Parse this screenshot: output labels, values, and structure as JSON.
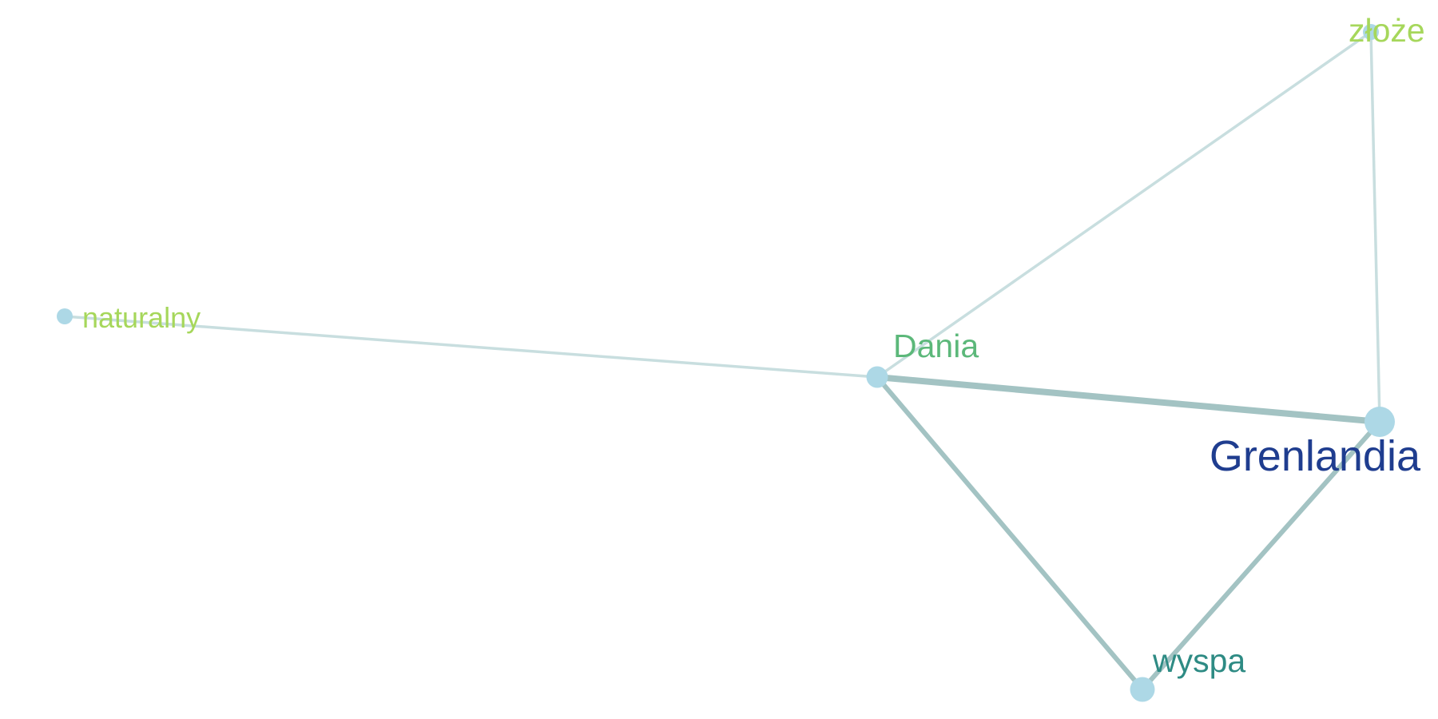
{
  "nodes": [
    {
      "id": "naturalny",
      "label": "naturalny",
      "label_color": "#a6d75b",
      "weight": "small"
    },
    {
      "id": "Dania",
      "label": "Dania",
      "label_color": "#5cb87a",
      "weight": "medium"
    },
    {
      "id": "złoże",
      "label": "złoże",
      "label_color": "#a6d75b",
      "weight": "small"
    },
    {
      "id": "Grenlandia",
      "label": "Grenlandia",
      "label_color": "#1f3d8f",
      "weight": "large"
    },
    {
      "id": "wyspa",
      "label": "wyspa",
      "label_color": "#2e8b84",
      "weight": "medium"
    }
  ],
  "edges": [
    {
      "source": "naturalny",
      "target": "Dania",
      "strength": "weak"
    },
    {
      "source": "Dania",
      "target": "złoże",
      "strength": "weak"
    },
    {
      "source": "złoże",
      "target": "Grenlandia",
      "strength": "weak"
    },
    {
      "source": "Dania",
      "target": "Grenlandia",
      "strength": "strong"
    },
    {
      "source": "Dania",
      "target": "wyspa",
      "strength": "medium"
    },
    {
      "source": "wyspa",
      "target": "Grenlandia",
      "strength": "medium"
    }
  ],
  "colors": {
    "node_fill": "#add8e6",
    "edge_weak": "#c8dedf",
    "edge_medium": "#a3c3c3",
    "edge_strong": "#a3c3c3"
  }
}
